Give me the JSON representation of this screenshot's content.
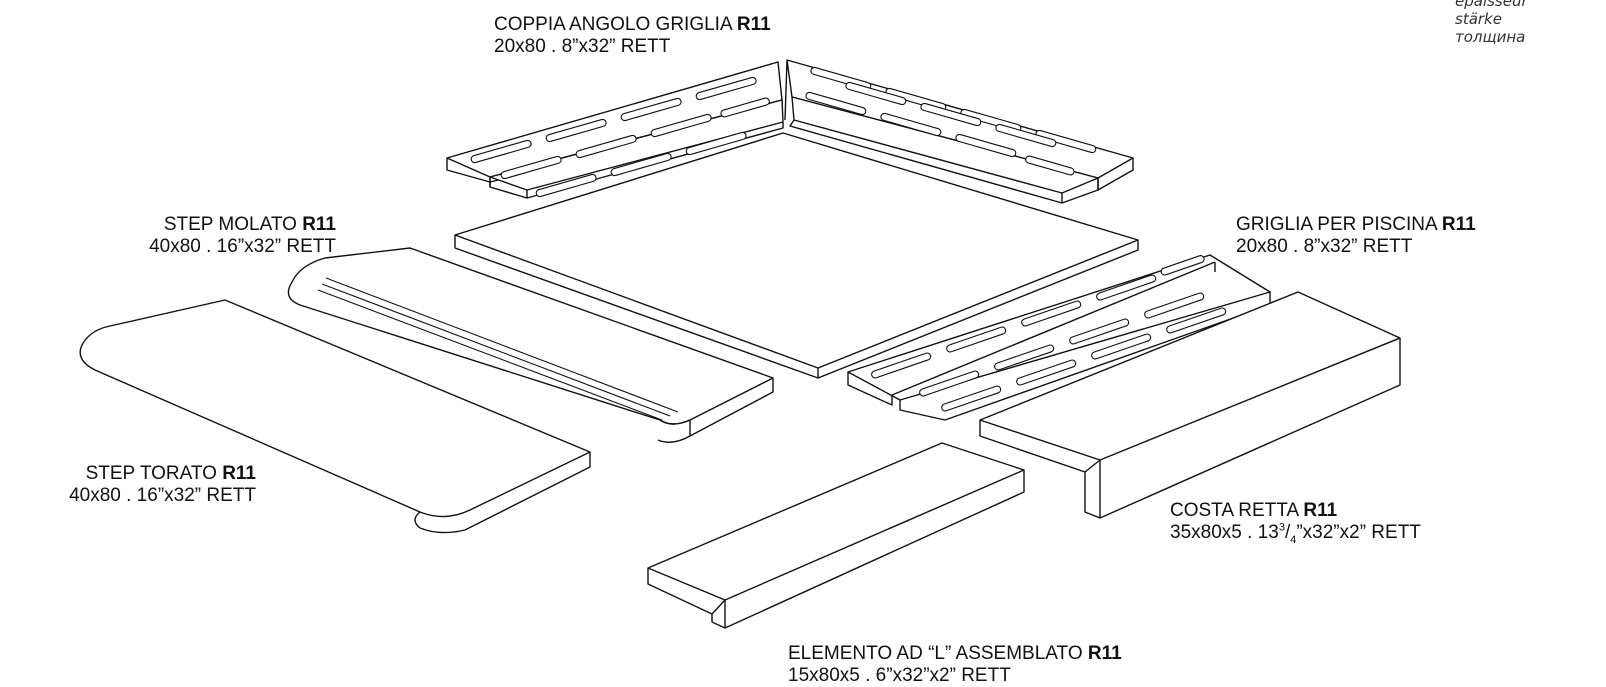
{
  "legend": {
    "lines": [
      "épaisseur",
      "stärke",
      "толщина"
    ]
  },
  "pieces": {
    "coppia_angolo": {
      "name": "COPPIA ANGOLO GRIGLIA",
      "grade": "R11",
      "dims": "20x80 . 8”x32” RETT"
    },
    "griglia_piscina": {
      "name": "GRIGLIA PER PISCINA",
      "grade": "R11",
      "dims": "20x80 . 8”x32” RETT"
    },
    "step_molato": {
      "name": "STEP MOLATO",
      "grade": "R11",
      "dims": "40x80 . 16”x32” RETT"
    },
    "step_torato": {
      "name": "STEP TORATO",
      "grade": "R11",
      "dims": "40x80 . 16”x32” RETT"
    },
    "costa_retta": {
      "name": "COSTA RETTA",
      "grade": "R11",
      "dims_prefix": "35x80x5 . 13",
      "dims_sup": "3",
      "dims_slash": "/",
      "dims_sub": "4",
      "dims_suffix": "”x32”x2” RETT"
    },
    "elemento_l": {
      "name": "ELEMENTO AD “L” ASSEMBLATO",
      "grade": "R11",
      "dims": "15x80x5 . 6”x32”x2” RETT"
    }
  }
}
